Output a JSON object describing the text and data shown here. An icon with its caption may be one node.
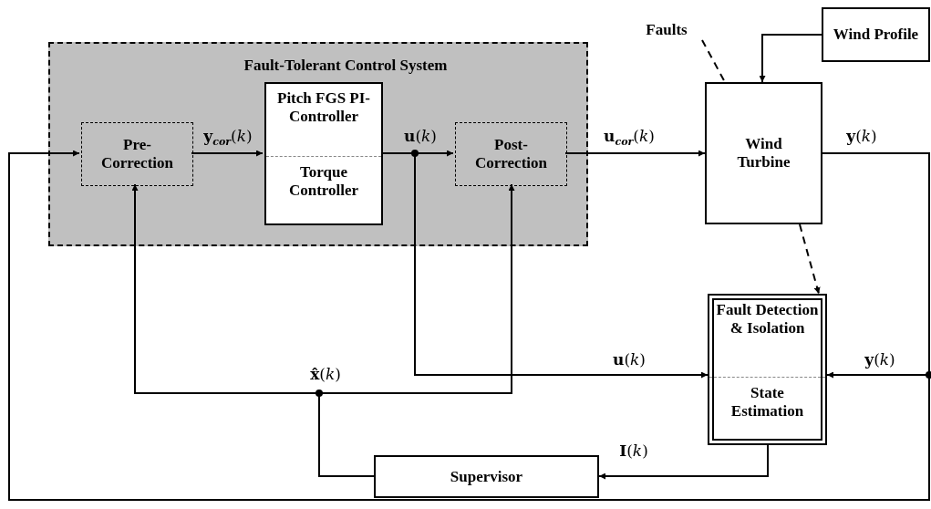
{
  "diagram": {
    "nodes": [
      {
        "text": [
          "Fault-Tolerant Control System"
        ]
      },
      {
        "text": [
          "Pre- Correction"
        ],
        "in": 0
      },
      {
        "text": [
          "Pitch FGS PI-Controller",
          "Torque Controller"
        ],
        "in": 0
      },
      {
        "text": [
          "Post- Correction"
        ],
        "in": 0
      },
      {
        "text": [
          "Wind Turbine"
        ]
      },
      {
        "text": [
          "Wind Profile"
        ]
      },
      {
        "text": [
          "Fault Detection & Isolation",
          "State Estimation"
        ]
      },
      {
        "text": [
          "Supervisor"
        ]
      },
      {
        "text": [
          "Faults"
        ]
      }
    ],
    "edges": [
      {
        "from": 1,
        "to": 2,
        "arrow": "to",
        "label": "**y**$_{cor}$(*k*)"
      },
      {
        "from": 2,
        "to": 3,
        "arrow": "to",
        "label": "**u**(*k*)"
      },
      {
        "from": 3,
        "to": 4,
        "arrow": "to",
        "label": "**u**$_{cor}$(*k*)"
      },
      {
        "from": 5,
        "to": 4,
        "arrow": "to"
      },
      {
        "from": 8,
        "to": 4,
        "arrow": "none",
        "style": "dashed"
      },
      {
        "from": 4,
        "to": 6,
        "arrow": "to",
        "style": "dashed"
      },
      {
        "from": 4,
        "to": 6,
        "arrow": "to",
        "label": "**y**(*k*)"
      },
      {
        "from": 4,
        "to": 1,
        "arrow": "to",
        "label": "**y**(*k*)"
      },
      {
        "from": 2,
        "to": 6,
        "arrow": "to",
        "label": "**u**(*k*)"
      },
      {
        "from": 6,
        "to": 7,
        "arrow": "to",
        "label": "**I**(*k*)"
      },
      {
        "from": 7,
        "to": 1,
        "arrow": "to",
        "label": "**x̂**(*k*)"
      },
      {
        "from": 7,
        "to": 3,
        "arrow": "to"
      }
    ]
  }
}
